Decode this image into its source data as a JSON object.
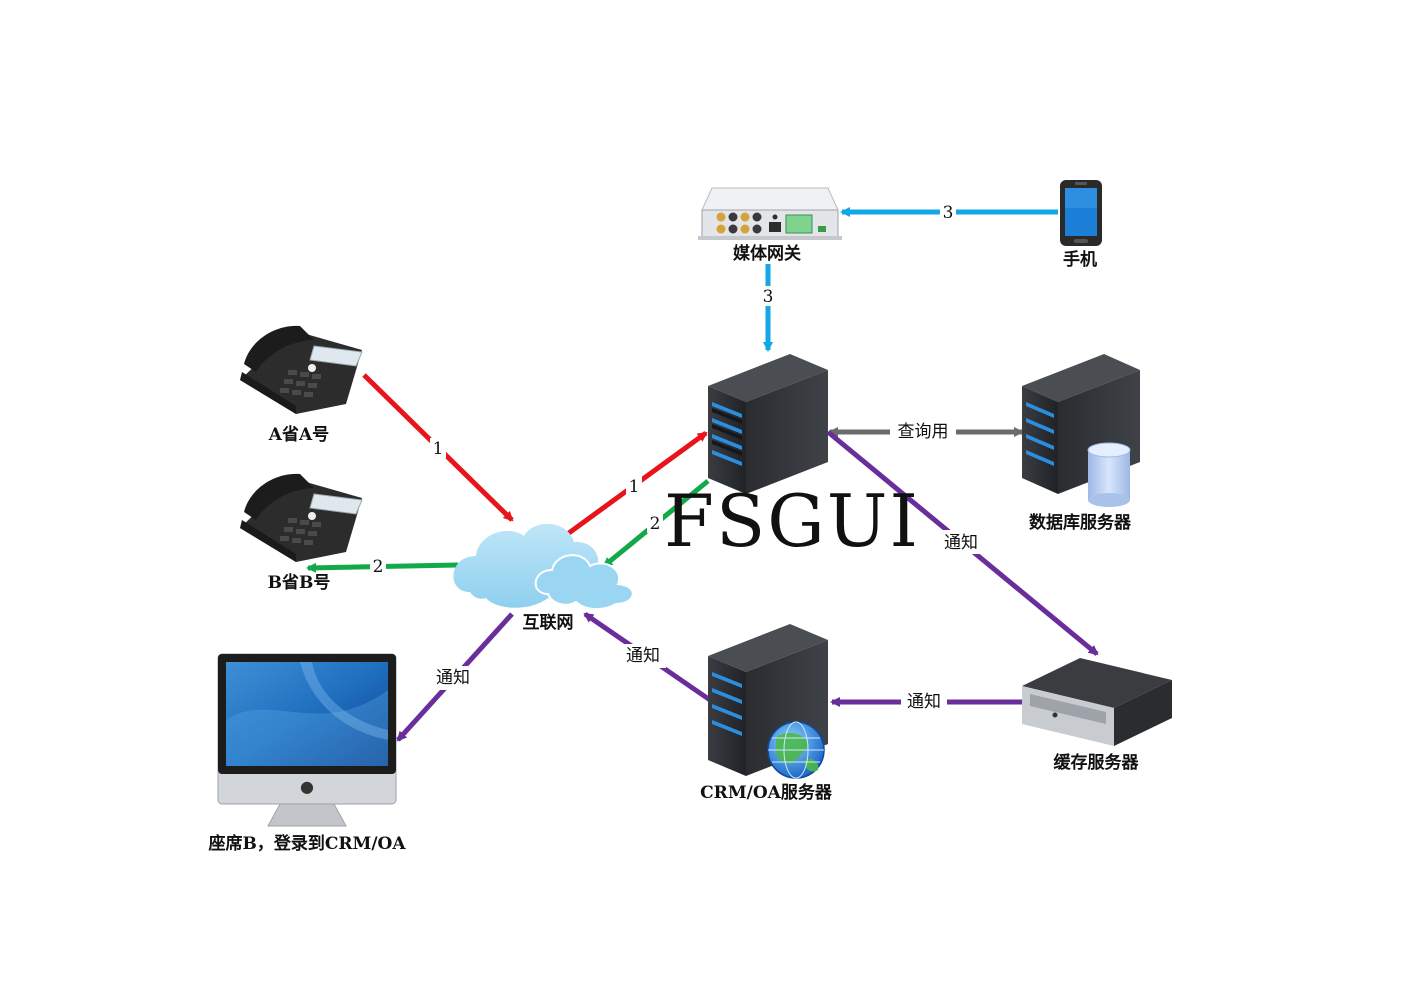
{
  "title": "FSGUI",
  "nodes": {
    "gateway": "媒体网关",
    "mobile": "手机",
    "phone_a": "A省A号",
    "phone_b": "B省B号",
    "internet": "互联网",
    "fsgui_server": "",
    "db_server": "数据库服务器",
    "cache_server": "缓存服务器",
    "crm_server": "CRM/OA服务器",
    "seat_b": "座席B，登录到CRM/OA"
  },
  "edges": {
    "mobile_to_gateway": "3",
    "gateway_to_server": "3",
    "phone_a_to_internet": "1",
    "internet_to_server": "1",
    "server_to_internet": "2",
    "internet_to_phone_b": "2",
    "server_db_query": "查询用",
    "server_to_cache": "通知",
    "cache_to_crm": "通知",
    "crm_to_internet": "通知",
    "internet_to_seat": "通知"
  },
  "colors": {
    "step1": "#e8141b",
    "step2": "#12a94a",
    "step3": "#12a7e6",
    "notify": "#6a2e9c",
    "query": "#6b6b6b"
  }
}
